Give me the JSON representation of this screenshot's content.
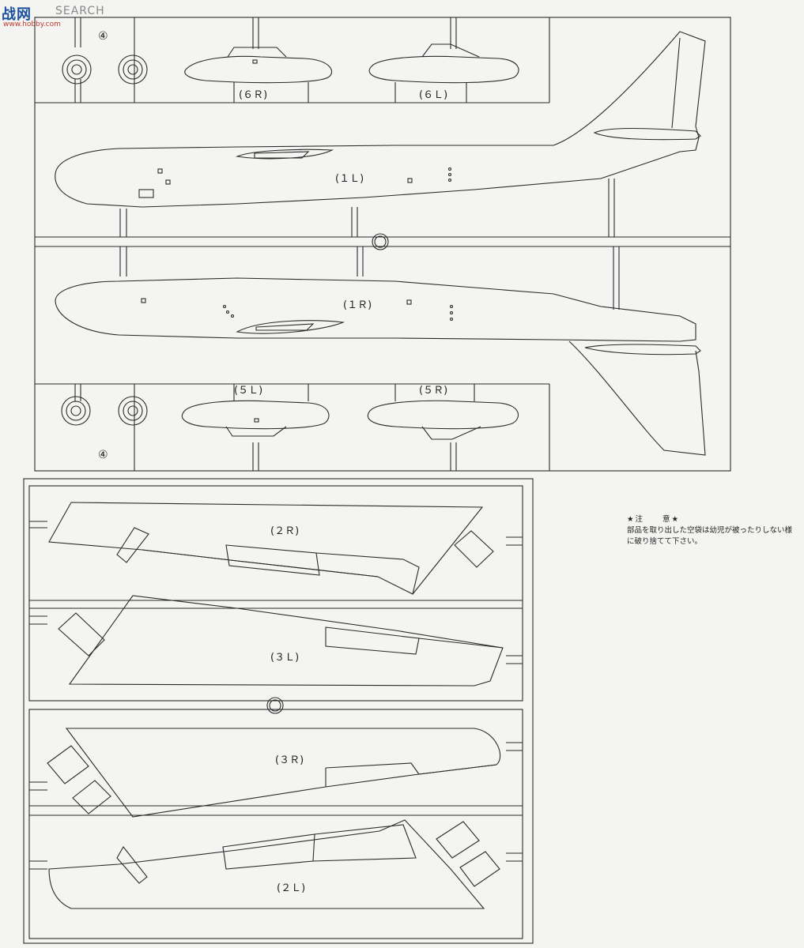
{
  "watermark": {
    "logo": "战网",
    "search": "SEARCH",
    "url": "www.hobby.com"
  },
  "runners": {
    "top": {
      "labels": {
        "p4_top": "④",
        "p6R": "(６Ｒ)",
        "p6L": "(６Ｌ)",
        "p1L": "(１Ｌ)",
        "p1R": "(１Ｒ)",
        "p5L": "(５Ｌ)",
        "p5R": "(５Ｒ)",
        "p4_bottom": "④"
      }
    },
    "bottom": {
      "labels": {
        "p2R": "(２Ｒ)",
        "p3L": "(３Ｌ)",
        "p3R": "(３Ｒ)",
        "p2L": "(２Ｌ)"
      }
    }
  },
  "notice": {
    "title": "★注　　意★",
    "body": "部品を取り出した空袋は幼児が被ったりしない様に破り捨てて下さい。"
  },
  "colors": {
    "line": "#2a2a2a",
    "paper": "#f4f4f2",
    "watermark": "#1a4f9c"
  }
}
